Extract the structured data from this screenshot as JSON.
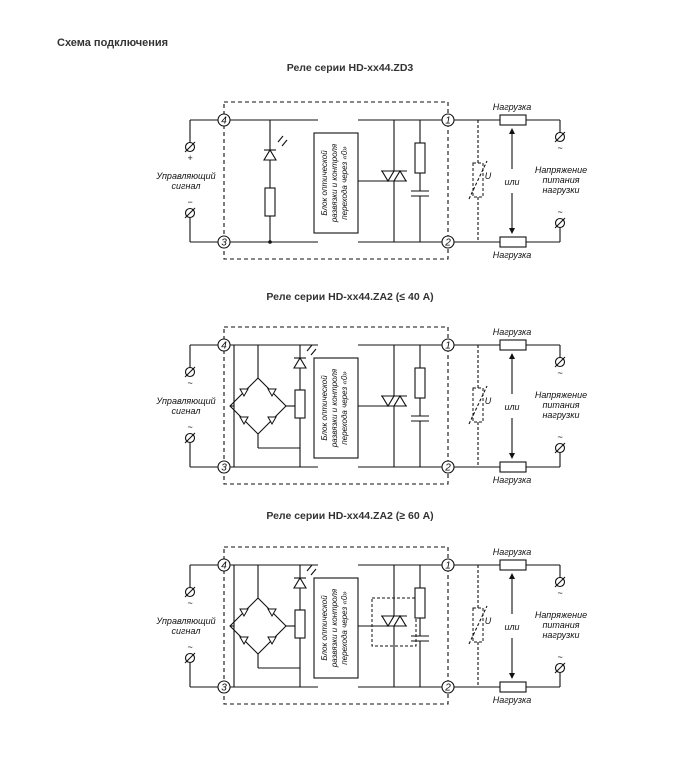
{
  "page_heading": "Схема подключения",
  "diagrams": [
    {
      "title": "Реле серии HD-xx44.ZD3",
      "terminals": [
        "4",
        "3",
        "1",
        "2"
      ],
      "control_label": [
        "Управляющий",
        "сигнал"
      ],
      "control_polarity": [
        "+",
        "−"
      ],
      "block_label": [
        "Блок оптической",
        "развязки и контроля",
        "перехода через «0»"
      ],
      "load_top": "Нагрузка",
      "load_bottom": "Нагрузка",
      "or_label": "или",
      "supply_label": [
        "Напряжение",
        "питания",
        "нагрузки"
      ],
      "supply_symbol": "~",
      "varistor_label": "U"
    },
    {
      "title": "Реле серии HD-xx44.ZA2 (≤ 40 А)",
      "terminals": [
        "4",
        "3",
        "1",
        "2"
      ],
      "control_label": [
        "Управляющий",
        "сигнал"
      ],
      "control_polarity": [
        "~",
        "~"
      ],
      "block_label": [
        "Блок оптической",
        "развязки и контроля",
        "перехода через «0»"
      ],
      "load_top": "Нагрузка",
      "load_bottom": "Нагрузка",
      "or_label": "или",
      "supply_label": [
        "Напряжение",
        "питания",
        "нагрузки"
      ],
      "supply_symbol": "~",
      "varistor_label": "U"
    },
    {
      "title": "Реле серии HD-xx44.ZA2 (≥ 60 А)",
      "terminals": [
        "4",
        "3",
        "1",
        "2"
      ],
      "control_label": [
        "Управляющий",
        "сигнал"
      ],
      "control_polarity": [
        "~",
        "~"
      ],
      "block_label": [
        "Блок оптической",
        "развязки и контроля",
        "перехода через «0»"
      ],
      "load_top": "Нагрузка",
      "load_bottom": "Нагрузка",
      "or_label": "или",
      "supply_label": [
        "Напряжение",
        "питания",
        "нагрузки"
      ],
      "supply_symbol": "~",
      "varistor_label": "U"
    }
  ]
}
